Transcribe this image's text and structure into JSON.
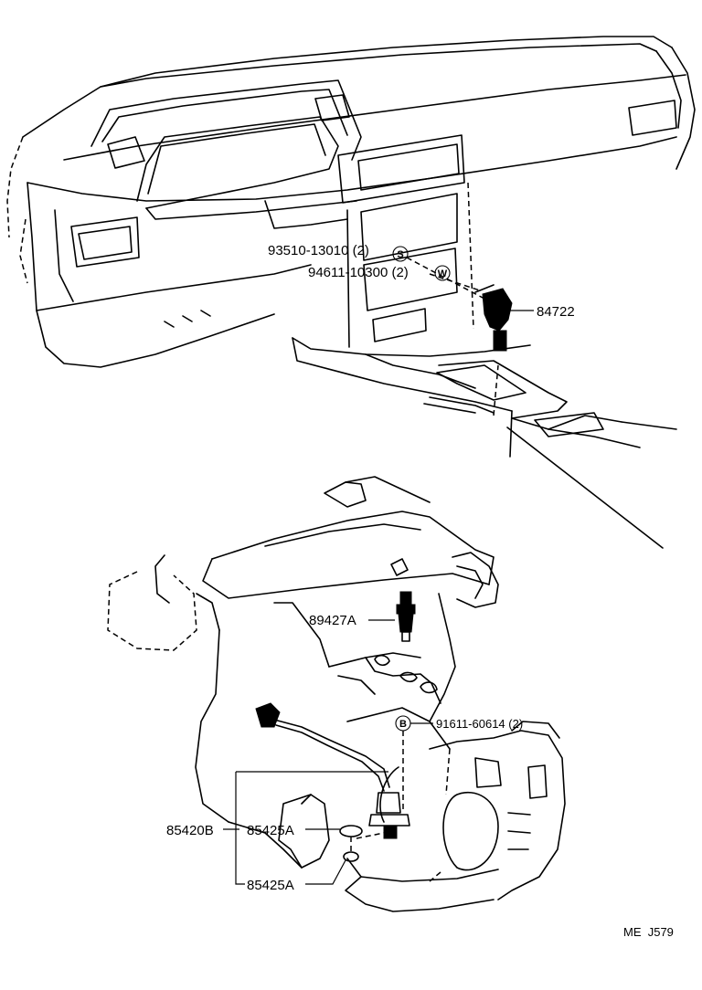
{
  "callouts": {
    "bolt_93510": "93510-13010 (2)",
    "washer_94611": "94611-10300 (2)",
    "symbol_s": "S",
    "symbol_w": "W",
    "part_84722": "84722",
    "part_89427a": "89427A",
    "bolt_91611": "91611-60614 (2)",
    "symbol_b": "B",
    "part_85420b": "85420B",
    "part_85425a_upper": "85425A",
    "part_85425a_lower": "85425A"
  },
  "figure_code": "ME  J579"
}
